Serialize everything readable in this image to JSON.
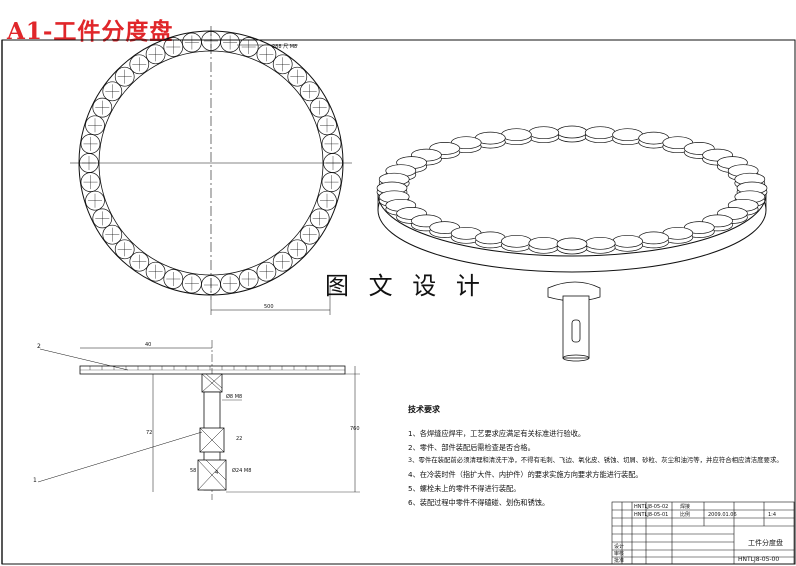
{
  "title": "A1-工件分度盘",
  "watermark": "图 文 设 计",
  "notes": {
    "heading": "技术要求",
    "items": [
      "1、各焊缝应焊牢，工艺要求应满足有关标准进行验收。",
      "2、零件、部件装配后需检查是否合格。",
      "3、零件在装配前必须清理和清洗干净，不得有毛刺、飞边、氧化皮、锈蚀、切屑、砂粒、灰尘和油污等，并应符合相应清洁度要求。",
      "4、在冷装时件（指扩大件、内护件）的要求实施方向要求方能进行装配。",
      "5、螺栓未上的零件不得进行装配。",
      "6、装配过程中零件不得磕碰、划伤和锈蚀。"
    ]
  },
  "dimensions": {
    "top_diameter": "288 尺 M8",
    "top_width": "500",
    "side_top": "40",
    "side_height": "72",
    "overall_height": "760",
    "hole_note": "Ø8 M8",
    "shaft_dim": "22",
    "bottom_left": "58",
    "bottom_mid": "4",
    "bottom_right": "Ø24 M8"
  },
  "balloons": [
    "2",
    "1"
  ],
  "title_block": {
    "drawing_number": "HNTLJ8-05-00",
    "name": "工件分度盘",
    "cells": [
      "HNTLJ8-05-02",
      "HNTLJ8-05-01",
      "焊接",
      "比例",
      "2009.01.06",
      "1:4",
      "设计",
      "审核",
      "批准"
    ]
  }
}
